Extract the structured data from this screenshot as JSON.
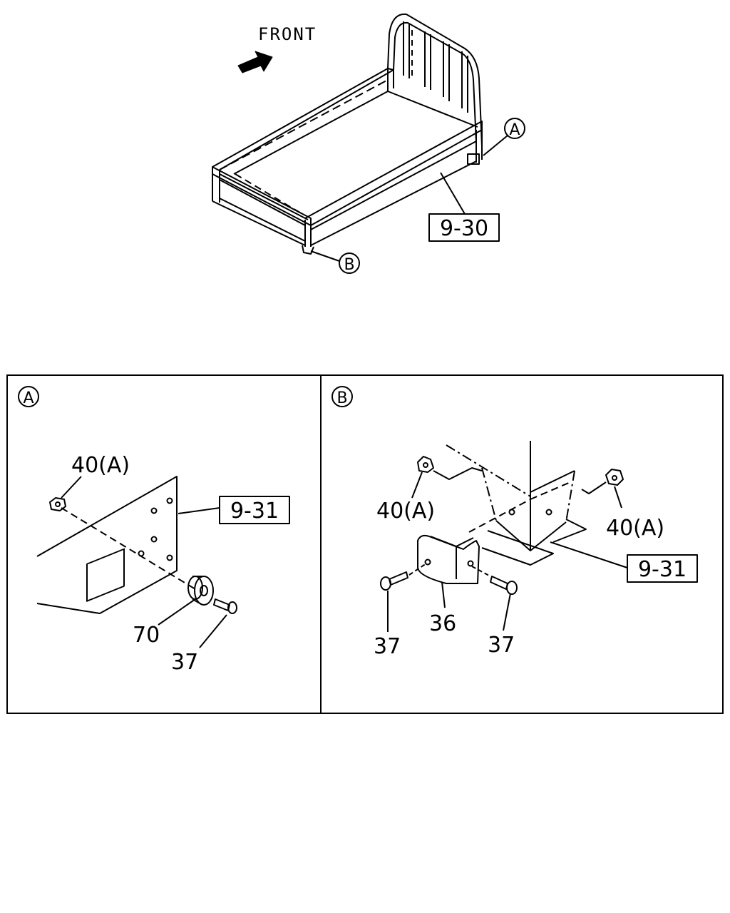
{
  "overview": {
    "front_label": "FRONT",
    "callout_a": "A",
    "callout_b": "B",
    "ref_box": "9-30"
  },
  "detail_a": {
    "circle_label": "A",
    "ref_box": "9-31",
    "parts": {
      "nut": "40(A)",
      "spacer": "70",
      "bolt": "37"
    }
  },
  "detail_b": {
    "circle_label": "B",
    "ref_box": "9-31",
    "parts": {
      "nut_left": "40(A)",
      "nut_right": "40(A)",
      "bracket": "36",
      "bolt_left": "37",
      "bolt_right": "37"
    }
  },
  "colors": {
    "ink": "#000000",
    "paper": "#ffffff"
  }
}
